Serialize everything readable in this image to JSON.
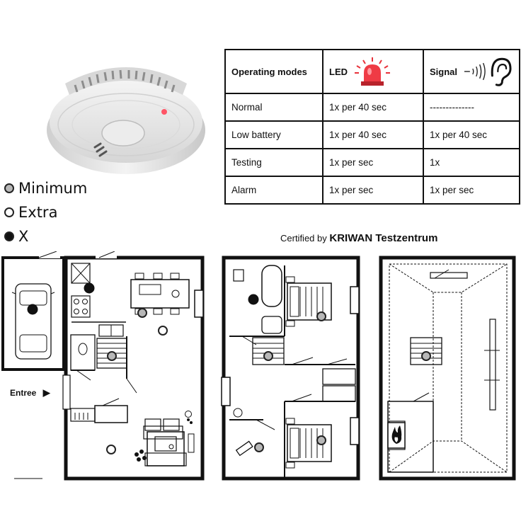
{
  "table": {
    "headers": [
      "Operating modes",
      "LED",
      "Signal"
    ],
    "rows": [
      [
        "Normal",
        "1x per 40 sec",
        "--------------"
      ],
      [
        "Low battery",
        "1x per 40 sec",
        "1x per 40 sec"
      ],
      [
        "Testing",
        "1x per sec",
        "1x"
      ],
      [
        "Alarm",
        "1x per sec",
        "1x per sec"
      ]
    ]
  },
  "legend": {
    "minimum": "Minimum",
    "extra": "Extra",
    "x": "X"
  },
  "certified": {
    "prefix": "Certified by",
    "name": "KRIWAN Testzentrum"
  },
  "entree_label": "Entree",
  "icons": {
    "led": "siren-light-icon",
    "signal": "ear-sound-icon",
    "fire": "fire-icon"
  },
  "colors": {
    "led_red": "#e8313a",
    "minimum_dot": "#b8b8b8",
    "detector_body": "#f2f2f2"
  }
}
